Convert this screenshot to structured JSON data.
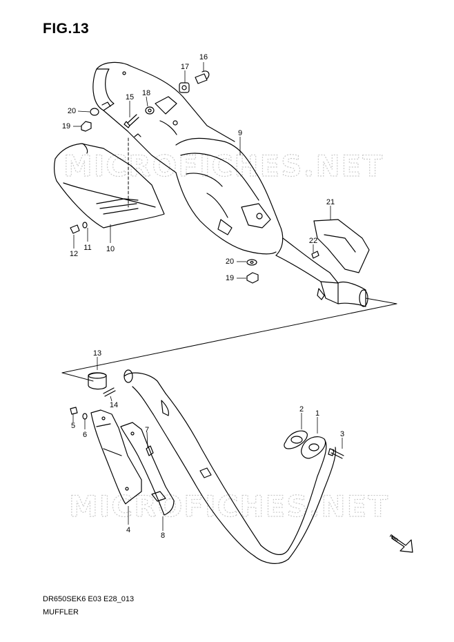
{
  "figure_title": "FIG.13",
  "watermark_text": "MICROFICHES.NET",
  "callouts": [
    {
      "id": "c1",
      "label": "1"
    },
    {
      "id": "c2",
      "label": "2"
    },
    {
      "id": "c3",
      "label": "3"
    },
    {
      "id": "c4",
      "label": "4"
    },
    {
      "id": "c5",
      "label": "5"
    },
    {
      "id": "c6",
      "label": "6"
    },
    {
      "id": "c7",
      "label": "7"
    },
    {
      "id": "c8",
      "label": "8"
    },
    {
      "id": "c9",
      "label": "9"
    },
    {
      "id": "c10",
      "label": "10"
    },
    {
      "id": "c11",
      "label": "11"
    },
    {
      "id": "c12",
      "label": "12"
    },
    {
      "id": "c13",
      "label": "13"
    },
    {
      "id": "c14",
      "label": "14"
    },
    {
      "id": "c15",
      "label": "15"
    },
    {
      "id": "c16",
      "label": "16"
    },
    {
      "id": "c17",
      "label": "17"
    },
    {
      "id": "c18",
      "label": "18"
    },
    {
      "id": "c19a",
      "label": "19"
    },
    {
      "id": "c19b",
      "label": "19"
    },
    {
      "id": "c20a",
      "label": "20"
    },
    {
      "id": "c20b",
      "label": "20"
    },
    {
      "id": "c21",
      "label": "21"
    },
    {
      "id": "c22",
      "label": "22"
    }
  ],
  "fwd_marker": "FWD",
  "caption": {
    "code": "DR650SEK6 E03 E28_013",
    "name": "MUFFLER"
  }
}
